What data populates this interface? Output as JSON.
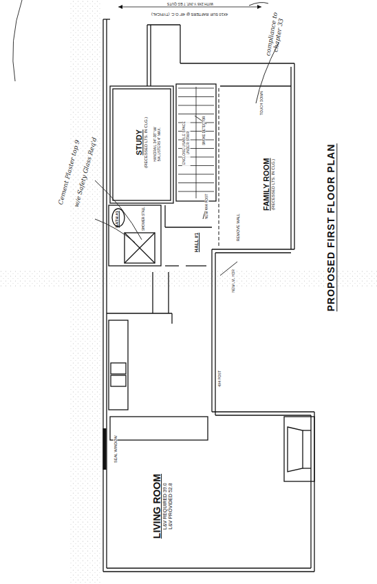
{
  "diagram": {
    "title": "PROPOSED FIRST FLOOR PLAN",
    "nodes": [
      {
        "text": [
          "STUDY",
          "(RECESSED LTS. IN CLG.)"
        ]
      },
      {
        "text": [
          "BATH #1"
        ]
      },
      {
        "text": [
          "HALL #1"
        ]
      },
      {
        "text": [
          "FAMILY ROOM",
          "(RECESSED LTS. IN CLG.)"
        ]
      },
      {
        "text": [
          "LIVING ROOM",
          "L&V REQUIRED 39.0",
          "L&V PROVIDED 52.8"
        ]
      }
    ],
    "labels": [
      "4X10 SUP. RAFTERS @ 48\" O.C. (TYPICAL)",
      "WITH 2X6 Y-JNT, 7 EG QUTS",
      "compliance to chapter 33",
      "Cement Plaster top 9",
      "w/e Safety Glass Req'd",
      "HANDRAIL 34\"-38\" W/ BALUSTERS 4\" MAX.",
      "ENCLOSE USABLE SPACE UNDER STAIR",
      "NEW 4X4 POST",
      "REMOVE WALL",
      "TOUCH DOWN",
      "NEW LVL HDR",
      "SMOKE DETECTOR",
      "4X4 POST",
      "SEAL WINDOW",
      "SHOWER STALL"
    ]
  }
}
